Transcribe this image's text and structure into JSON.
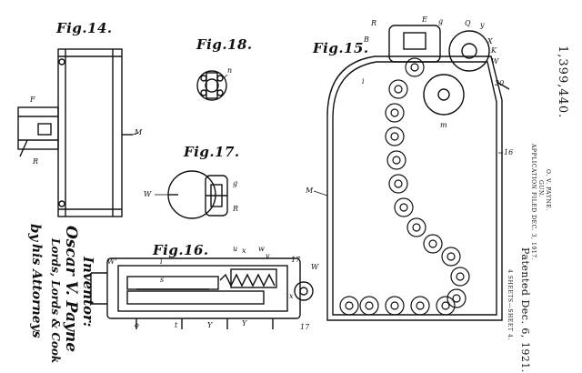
{
  "figures": {
    "fig14": "Fig.14.",
    "fig18": "Fig.18.",
    "fig15": "Fig.15.",
    "fig17": "Fig.17.",
    "fig16": "Fig.16."
  },
  "refs": {
    "f": "F",
    "m_left": "M",
    "r_fig14": "R",
    "n": "n",
    "w_fig17": "W",
    "g_fig17": "g",
    "r_fig17": "R",
    "r_top": "R",
    "b_top": "B",
    "e_top": "E",
    "g_top": "g",
    "q": "Q",
    "y_top": "y",
    "x_top": "X",
    "k": "K",
    "w_top": "W",
    "n20": "20",
    "i_top": "i",
    "m_drum": "m",
    "m_mag": "M",
    "n16": "16",
    "w_prime": "W'",
    "u_fig16": "u",
    "x_fig16": "x",
    "w_fig16": "w",
    "v_fig16": "v",
    "r17a": "17",
    "w_right": "W",
    "x_lower": "x",
    "o_lower": "o",
    "t_lower": "t",
    "y_lower": "Y",
    "y_lower2": "Y",
    "r17b": "17",
    "i_fig16": "i",
    "s_fig16": "s"
  },
  "patent": {
    "number": "1,399,440.",
    "inventor_name": "O. V. PAYNE.",
    "subject": "GUN.",
    "filed": "APPLICATION FILED DEC. 3, 1917.",
    "patented": "Patented Dec. 6, 1921.",
    "sheets": "4 SHEETS—SHEET 4."
  },
  "signature": {
    "inventor_label": "Inventor:",
    "inventor": "Oscar V. Payne",
    "by": "by",
    "attorneys_firm": "Lords, Lords & Cook",
    "his_attorneys": "his Attorneys"
  }
}
